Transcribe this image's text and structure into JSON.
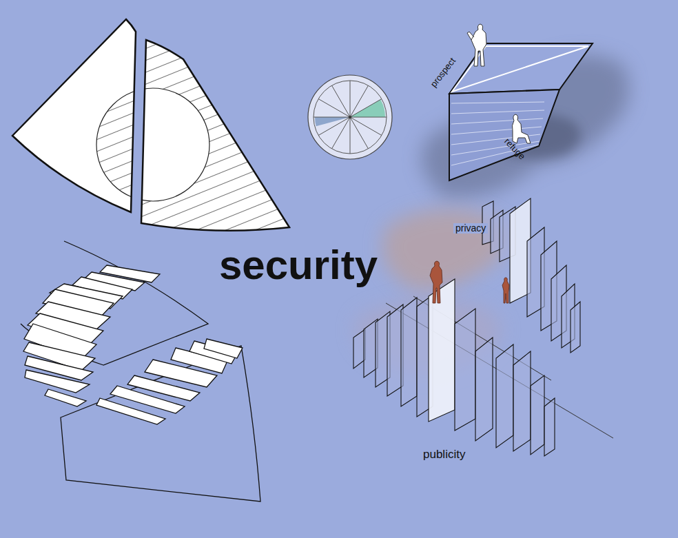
{
  "diagram": {
    "title": "security",
    "labels": [
      "prospect",
      "refuge",
      "privacy",
      "publicity"
    ]
  }
}
